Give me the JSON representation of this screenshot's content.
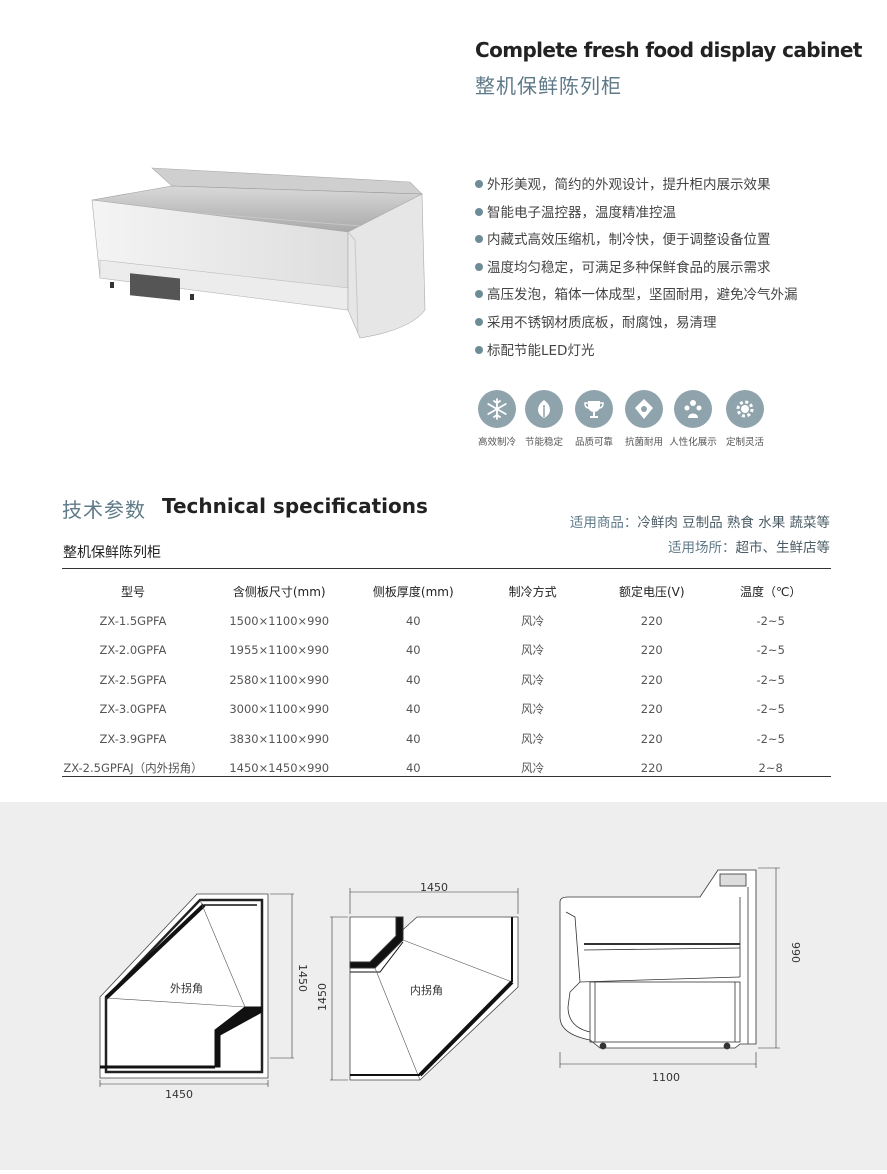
{
  "header": {
    "title_en": "Complete fresh food display cabinet",
    "title_cn": "整机保鲜陈列柜"
  },
  "features": [
    "外形美观，简约的外观设计，提升柜内展示效果",
    "智能电子温控器，温度精准控温",
    "内藏式高效压缩机，制冷快，便于调整设备位置",
    "温度均匀稳定，可满足多种保鲜食品的展示需求",
    "高压发泡，箱体一体成型，坚固耐用，避免冷气外漏",
    "采用不锈钢材质底板，耐腐蚀，易清理",
    "标配节能LED灯光"
  ],
  "icons": [
    {
      "name": "snowflake-icon",
      "label": "高效制冷"
    },
    {
      "name": "leaf-icon",
      "label": "节能稳定"
    },
    {
      "name": "trophy-icon",
      "label": "品质可靠"
    },
    {
      "name": "shield-icon",
      "label": "抗菌耐用"
    },
    {
      "name": "people-icon",
      "label": "人性化展示"
    },
    {
      "name": "gear-icon",
      "label": "定制灵活"
    }
  ],
  "specs": {
    "title_cn": "技术参数",
    "title_en": "Technical specifications",
    "goods_label": "适用商品：",
    "goods_value": "冷鲜肉 豆制品 熟食 水果 蔬菜等",
    "place_label": "适用场所：",
    "place_value": "超市、生鲜店等",
    "table_title": "整机保鲜陈列柜",
    "headers": [
      "型号",
      "含侧板尺寸(mm)",
      "侧板厚度(mm)",
      "制冷方式",
      "额定电压(V)",
      "温度（℃）"
    ],
    "rows": [
      [
        "ZX-1.5GPFA",
        "1500×1100×990",
        "40",
        "风冷",
        "220",
        "-2~5"
      ],
      [
        "ZX-2.0GPFA",
        "1955×1100×990",
        "40",
        "风冷",
        "220",
        "-2~5"
      ],
      [
        "ZX-2.5GPFA",
        "2580×1100×990",
        "40",
        "风冷",
        "220",
        "-2~5"
      ],
      [
        "ZX-3.0GPFA",
        "3000×1100×990",
        "40",
        "风冷",
        "220",
        "-2~5"
      ],
      [
        "ZX-3.9GPFA",
        "3830×1100×990",
        "40",
        "风冷",
        "220",
        "-2~5"
      ],
      [
        "ZX-2.5GPFAJ（内外拐角）",
        "1450×1450×990",
        "40",
        "风冷",
        "220",
        "2~8"
      ]
    ]
  },
  "drawings": {
    "outer_label": "外拐角",
    "inner_label": "内拐角",
    "outer_w": "1450",
    "outer_h": "1450",
    "inner_w": "1450",
    "inner_h": "1450",
    "side_depth": "1100",
    "side_height": "990"
  }
}
